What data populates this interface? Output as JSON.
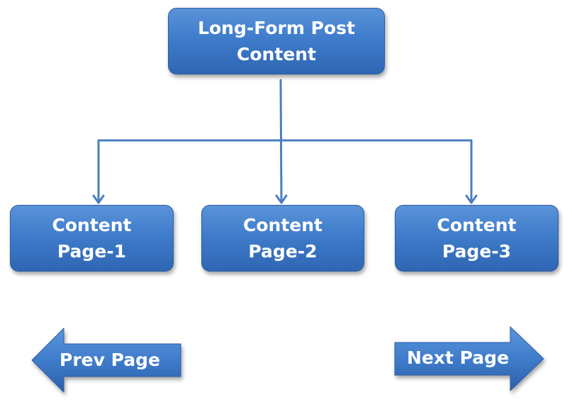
{
  "top_box": {
    "line1": "Long-Form Post",
    "line2": "Content"
  },
  "pages": [
    {
      "line1": "Content",
      "line2": "Page-1"
    },
    {
      "line1": "Content",
      "line2": "Page-2"
    },
    {
      "line1": "Content",
      "line2": "Page-3"
    }
  ],
  "nav": {
    "prev_label": "Prev Page",
    "next_label": "Next Page"
  },
  "colors": {
    "box_fill": "#3f7ccb",
    "connector": "#4a7fc1",
    "text": "#ffffff"
  }
}
